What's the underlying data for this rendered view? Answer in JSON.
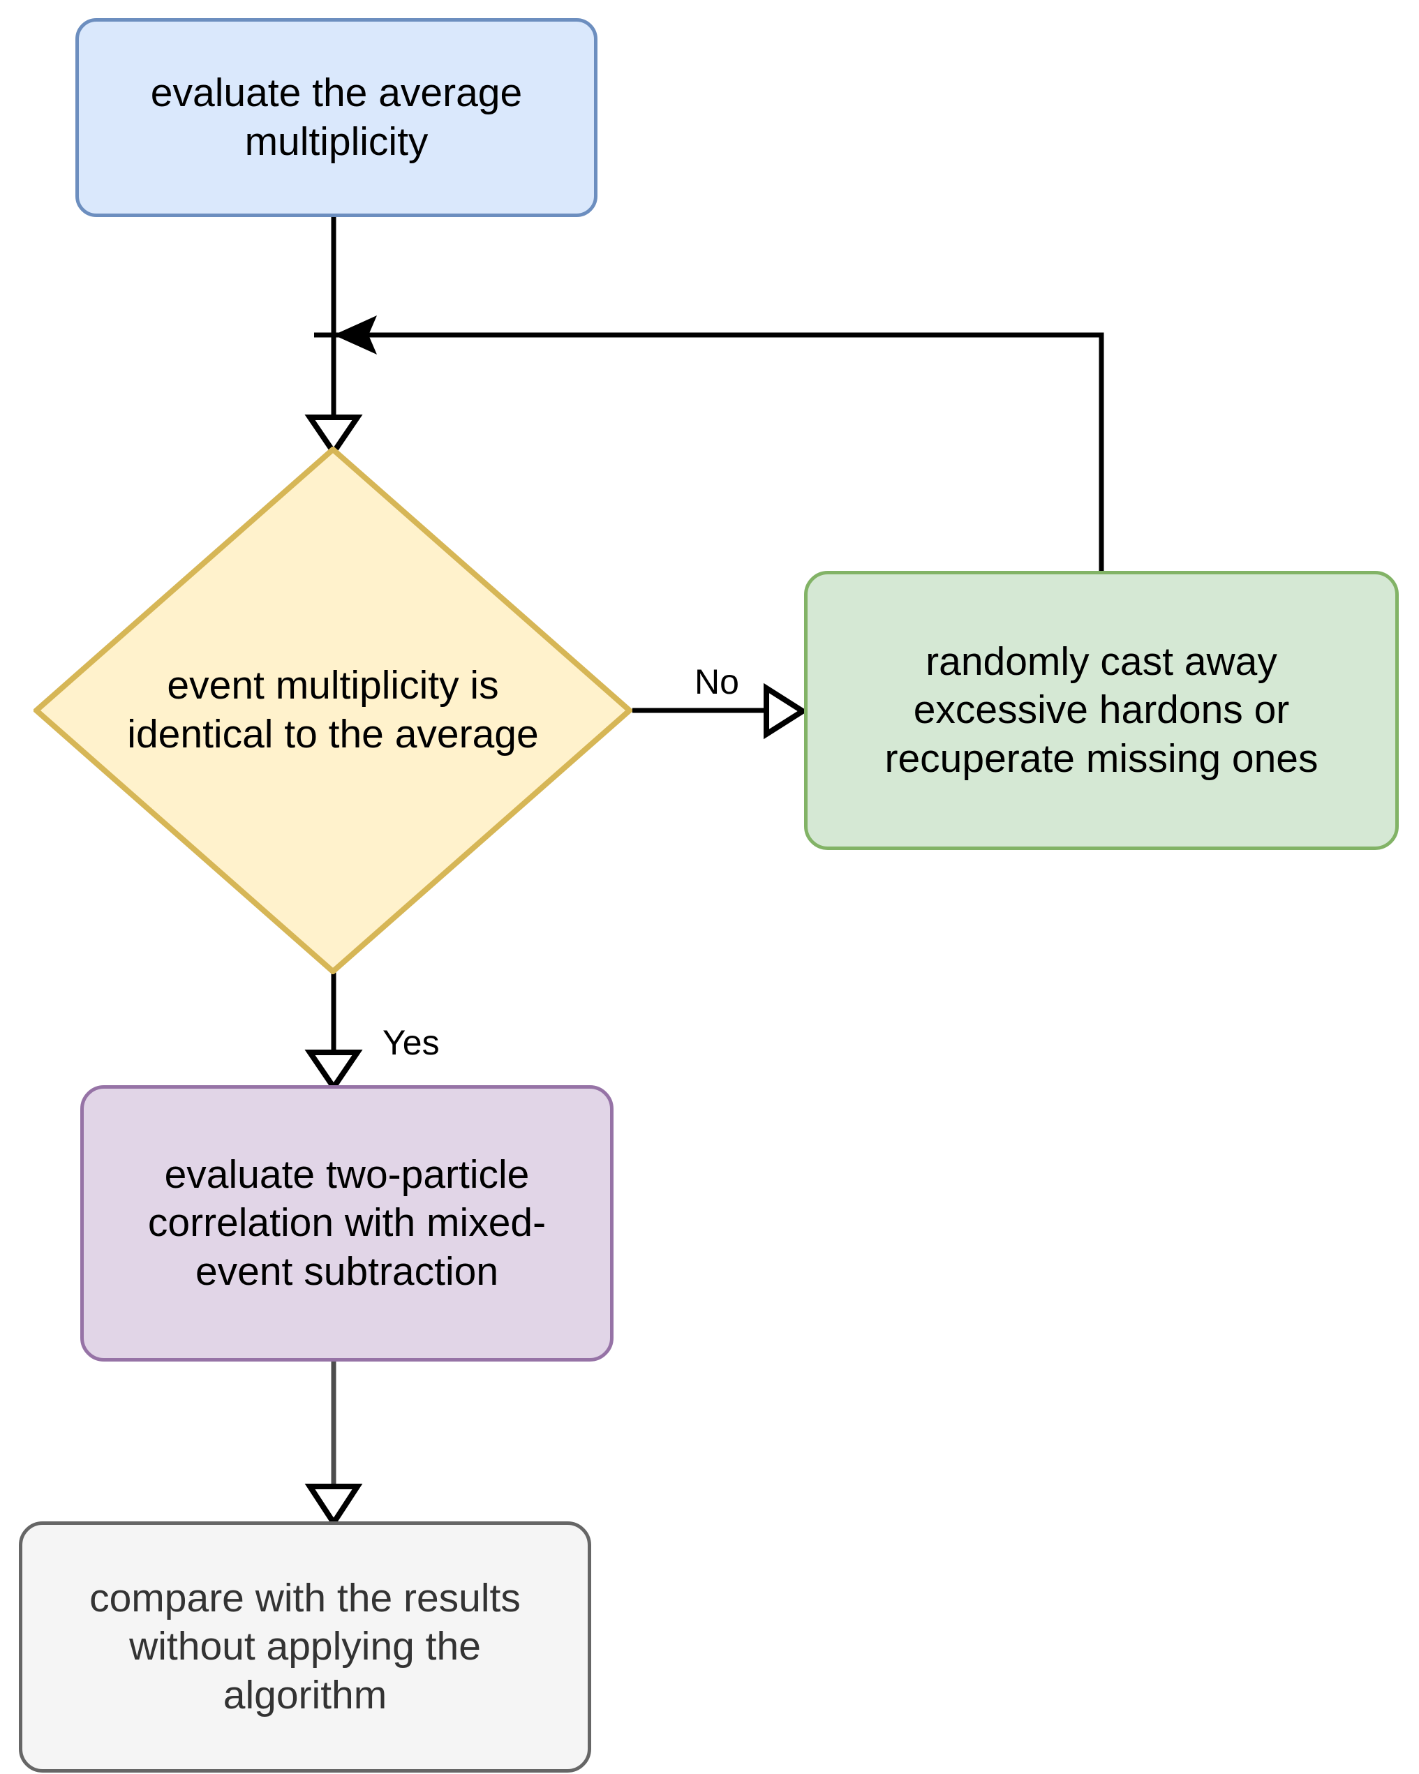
{
  "diagram": {
    "title": "event multiplicity adjustment algorithm flowchart",
    "background": "#ffffff",
    "nodes": [
      {
        "id": "start",
        "shape": "rounded-rectangle",
        "label": "evaluate the average\nmultiplicity",
        "fill": "#dae8fc",
        "stroke": "#6c8ebf"
      },
      {
        "id": "decision",
        "shape": "diamond",
        "label": "event multiplicity is\nidentical to the average",
        "fill": "#fff2cc",
        "stroke": "#d6b656"
      },
      {
        "id": "adjust",
        "shape": "rounded-rectangle",
        "label": "randomly cast away\nexcessive hardons or\nrecuperate missing ones",
        "fill": "#d5e8d4",
        "stroke": "#82b366"
      },
      {
        "id": "correlation",
        "shape": "rounded-rectangle",
        "label": "evaluate two-particle\ncorrelation with mixed-\nevent subtraction",
        "fill": "#e1d5e7",
        "stroke": "#9673a6"
      },
      {
        "id": "compare",
        "shape": "rounded-rectangle",
        "label": "compare with the results\nwithout applying the\nalgorithm",
        "fill": "#f5f5f5",
        "stroke": "#666666"
      }
    ],
    "edges": [
      {
        "id": "start-to-decision",
        "from": "start",
        "to": "decision",
        "label": "",
        "arrowhead": "open-triangle",
        "stroke": "#000000"
      },
      {
        "id": "decision-to-adjust",
        "from": "decision",
        "to": "adjust",
        "label": "No",
        "arrowhead": "open-triangle",
        "stroke": "#000000"
      },
      {
        "id": "adjust-to-decision-feedback",
        "from": "adjust",
        "to": "start-to-decision",
        "label": "",
        "arrowhead": "filled-triangle",
        "stroke": "#000000"
      },
      {
        "id": "decision-to-correlation",
        "from": "decision",
        "to": "correlation",
        "label": "Yes",
        "arrowhead": "open-triangle",
        "stroke": "#000000"
      },
      {
        "id": "correlation-to-compare",
        "from": "correlation",
        "to": "compare",
        "label": "",
        "arrowhead": "open-triangle",
        "stroke": "#000000"
      }
    ],
    "labels": {
      "no": "No",
      "yes": "Yes"
    }
  }
}
